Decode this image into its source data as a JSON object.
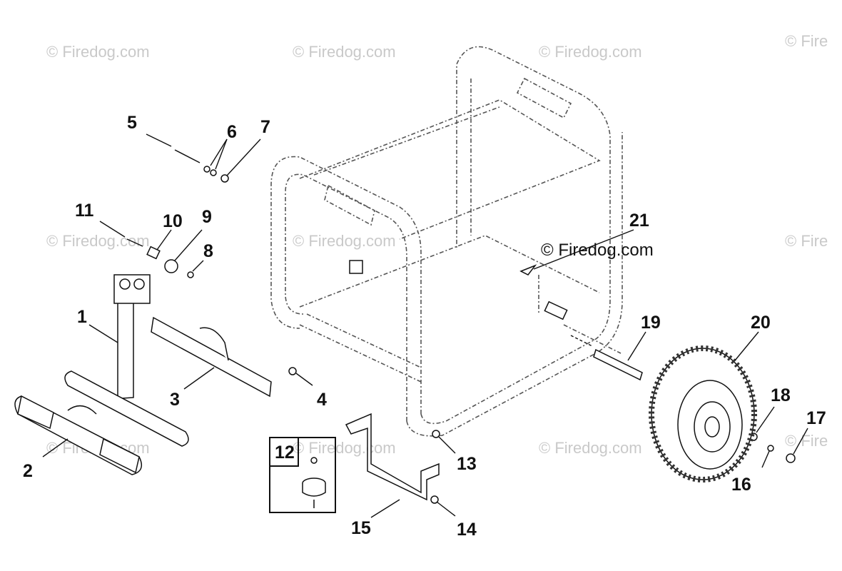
{
  "watermarks": [
    "© Firedog.com",
    "© Firedog.com",
    "© Firedog.com",
    "© Fire",
    "© Firedog.com",
    "© Firedog.com",
    "© Fire",
    "© Firedog.com",
    "© Firedog.com",
    "© Firedog.com",
    "© Fire"
  ],
  "copyright": "© Firedog.com",
  "callouts": {
    "c1": "1",
    "c2": "2",
    "c3": "3",
    "c4": "4",
    "c5": "5",
    "c6": "6",
    "c7": "7",
    "c8": "8",
    "c9": "9",
    "c10": "10",
    "c11": "11",
    "c12": "12",
    "c13": "13",
    "c14": "14",
    "c15": "15",
    "c16": "16",
    "c17": "17",
    "c18": "18",
    "c19": "19",
    "c20": "20",
    "c21": "21"
  }
}
